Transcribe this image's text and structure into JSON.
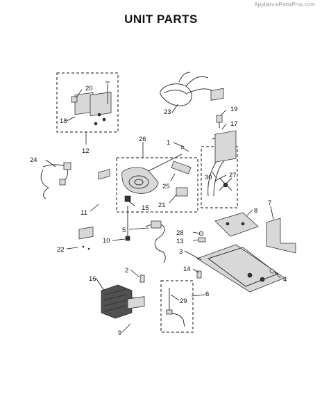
{
  "watermark": "AppliancePartsPros.com",
  "title": "UNIT PARTS",
  "callouts": {
    "c1": "1",
    "c2": "2",
    "c3": "3",
    "c4": "4",
    "c5": "5",
    "c6": "6",
    "c7": "7",
    "c8": "8",
    "c9": "9",
    "c10": "10",
    "c11": "11",
    "c12": "12",
    "c13": "13",
    "c14": "14",
    "c15": "15",
    "c16": "16",
    "c17": "17",
    "c18": "18",
    "c19": "19",
    "c20": "20",
    "c21": "21",
    "c22": "22",
    "c23": "23",
    "c24": "24",
    "c25": "25",
    "c26": "26",
    "c27": "27",
    "c28": "28",
    "c29": "29",
    "c30": "30"
  },
  "colors": {
    "line": "#333333",
    "fill": "#d8d8d8",
    "dark": "#222222"
  }
}
